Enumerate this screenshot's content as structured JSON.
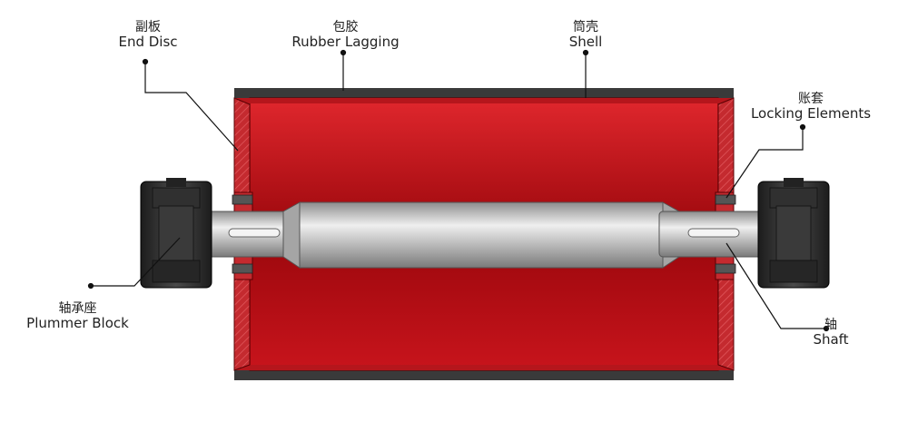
{
  "labels": {
    "end_disc": {
      "zh": "副板",
      "en": "End Disc"
    },
    "rubber_lagging": {
      "zh": "包胶",
      "en": "Rubber Lagging"
    },
    "shell": {
      "zh": "筒壳",
      "en": "Shell"
    },
    "locking_elements": {
      "zh": "账套",
      "en": "Locking Elements"
    },
    "plummer_block": {
      "zh": "轴承座",
      "en": "Plummer Block"
    },
    "shaft": {
      "zh": "轴",
      "en": "Shaft"
    }
  },
  "colors": {
    "shell_red": "#c8141c",
    "shell_dark": "#7a0508",
    "lagging": "#3c3c3c",
    "shaft_metal": "#b9b9b9",
    "block_dark": "#2a2a2a",
    "leader": "#111111"
  }
}
